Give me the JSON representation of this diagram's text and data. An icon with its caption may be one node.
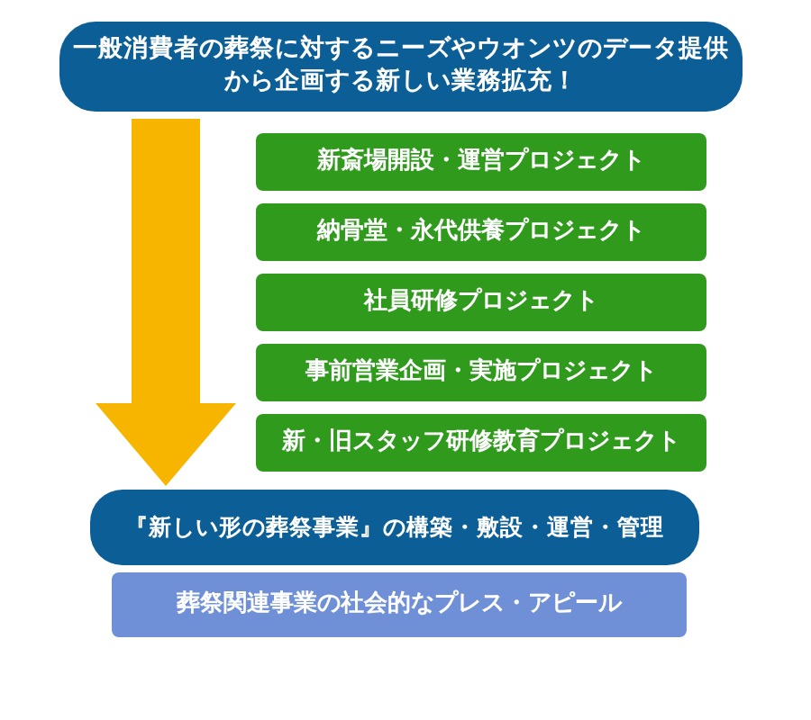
{
  "diagram": {
    "nodes": [
      {
        "text": [
          "一般消費者の葬祭に対するニーズやウオンツのデータ提供から企画する新しい業務拡充！"
        ]
      },
      {
        "text": [
          "新斎場開設・運営プロジェクト"
        ]
      },
      {
        "text": [
          "納骨堂・永代供養プロジェクト"
        ]
      },
      {
        "text": [
          "社員研修プロジェクト"
        ]
      },
      {
        "text": [
          "事前営業企画・実施プロジェクト"
        ]
      },
      {
        "text": [
          "新・旧スタッフ研修教育プロジェクト"
        ]
      },
      {
        "text": [
          "『新しい形の葬祭事業』の構築・敷設・運営・管理"
        ]
      },
      {
        "text": [
          "葬祭関連事業の社会的なプレス・アピール"
        ]
      }
    ],
    "edges": [
      {
        "from": 0,
        "to": 6,
        "arrow": "to"
      }
    ]
  }
}
